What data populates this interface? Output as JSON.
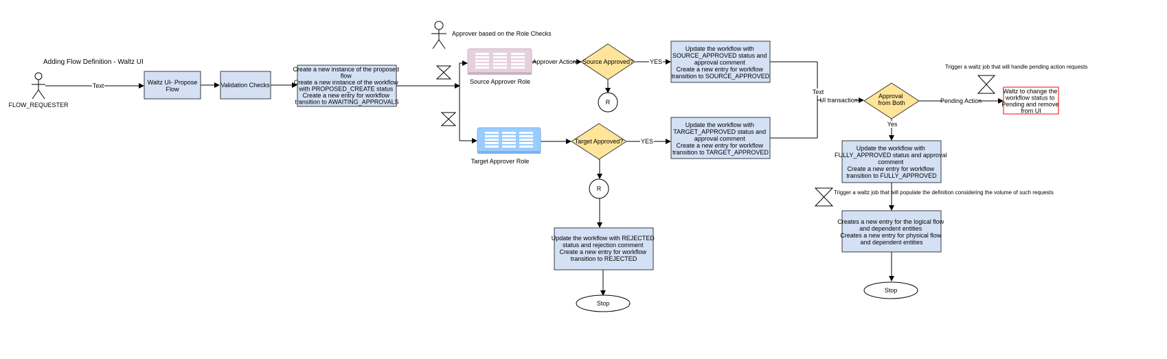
{
  "title": "Adding Flow Definition - Waltz UI",
  "actors": {
    "requester": "FLOW_REQUESTER",
    "approver": "Approver based on the Role Checks"
  },
  "boxes": {
    "propose": [
      "Waltz UI- Propose",
      "Flow"
    ],
    "validation": [
      "Validation Checks"
    ],
    "create_instance": [
      "Create  a new instance of the  proposed",
      "flow",
      "Create a new instance of the workflow",
      "with PROPOSED_CREATE status",
      "Create a new entry for workflow",
      "transition to AWAITING_APPROVALS"
    ],
    "source_update": [
      "Update the workflow with",
      "SOURCE_APPROVED status and",
      "approval comment",
      "Create a new entry for workflow",
      "transition to SOURCE_APPROVED"
    ],
    "target_update": [
      "Update the workflow with",
      "TARGET_APPROVED status and",
      "approval comment",
      "Create a new entry for workflow",
      "transition to TARGET_APPROVED"
    ],
    "fully_update": [
      "Update the workflow with",
      "FULLY_APPROVED status and approval",
      "comment",
      "Create a new entry for workflow",
      "transition to FULLY_APPROVED"
    ],
    "rejected_update": [
      "Update the workflow with REJECTED",
      "status and rejection comment",
      "Create a new entry for workflow",
      "transition to REJECTED"
    ],
    "logical_flow": [
      "Creates a  new entry for the logical flow",
      "and  dependent entities",
      "Creates a new entry for physical flow",
      "and  dependent entities"
    ],
    "pending_box": [
      "Waltz to change the",
      "workflow status to",
      "Pending and remove",
      "from UI"
    ]
  },
  "roles": {
    "source": "Source Approver Role",
    "target": "Target  Approver Role"
  },
  "decisions": {
    "source": "Source Approved?",
    "target": "Target Approved?",
    "both": [
      "Approval",
      "from Both"
    ]
  },
  "connectors": {
    "requester_edge": "Text",
    "approver_action": "Approver Action",
    "source_yes": "YES",
    "target_yes": "YES",
    "text_join": "Text",
    "ui_transaction": "UI transaction",
    "pending_action": "Pending Action",
    "both_yes": "Yes"
  },
  "refs": {
    "r1": "R",
    "r2": "R"
  },
  "terminals": {
    "stop1": "Stop",
    "stop2": "Stop"
  },
  "triggers": {
    "pending": "Trigger a waltz job that will handle pending action requests",
    "populate": "Trigger a waltz job that will populate the definition considering the volume of such requests"
  },
  "colors": {
    "process_fill": "#d4e1f5",
    "decision_fill": "#ffe599",
    "source_role_fill": "#e6d0de",
    "target_role_fill": "#99ccff",
    "pending_border": "#ff0000"
  }
}
